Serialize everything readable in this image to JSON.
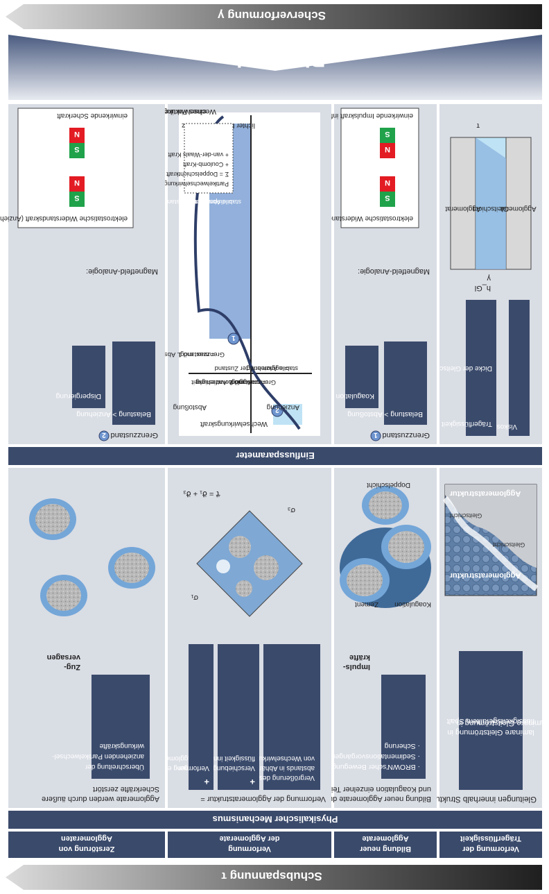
{
  "arrows": {
    "top": "Scherverformung γ",
    "bottom": "Schubspannung τ"
  },
  "roof_title": "Rheologie",
  "columns": {
    "mechanism": "Physikalischer Mechanismus",
    "parameters": "Einflussparameter"
  },
  "rows": [
    {
      "label_lines": [
        "Verformung der",
        "Trägerflüssigkeit"
      ],
      "mech_intro": [
        "Gleitungen innerhalb Struktur über Flüssigkeitsfilme"
      ],
      "mech_box": [
        "laminare Gleitströmung in",
        "flüssigkeitsgefülltem Spalt"
      ],
      "params": [
        [
          "Viskosität der",
          "Trägerflüssigkeit ηₛ"
        ],
        [
          "Dicke der Gleitschicht h_Gl"
        ]
      ],
      "figure_labels": [
        "Agglomeratstruktur",
        "Gleitschicht",
        "Agglomeratstruktur",
        "Gleitschicht"
      ],
      "shear_labels": [
        "Agglomerat",
        "Gleitschicht",
        "Agglomerat",
        "τ",
        "γ",
        "h_Gl"
      ]
    },
    {
      "label_lines": [
        "Bildung neuer",
        "Agglomerate"
      ],
      "mech_intro": [
        "Bildung neuer Agglomerate durch Kollision",
        "und Koagulation einzelner Teilchen infolge:"
      ],
      "mech_box": [
        "· BROWN'scher Bewegung",
        "· Sedimentationsvorgängen",
        "· Scherung"
      ],
      "side_label": [
        "Impuls-",
        "kräfte"
      ],
      "figure_labels": [
        "Doppelschicht",
        "Zement",
        "Koagulation"
      ],
      "state_label": "Grenzzustand",
      "state_badge": "1",
      "condition": "Belastung > Abstoßung",
      "result": "Koagulation",
      "analogy": {
        "title": "Magnetfeld-Analogie:",
        "top": "elektrostatische Widerstandskraft (Abstoßung)",
        "bottom": "einwirkende Impulskraft infolge Kollision",
        "poles": [
          "S",
          "N",
          "N",
          "S"
        ]
      }
    },
    {
      "label_lines": [
        "Verformung",
        "der Agglomerate"
      ],
      "mech_intro": [
        "Verformung der Agglomeratstruktur ="
      ],
      "mech_items": [
        [
          "Vergrößerung des Partikel-",
          "abstands in Abhängigkeit",
          "von Wechselwirkungskräften"
        ],
        [
          "Verschiebung von Träger-",
          "flüssigkeit innerhalb Agglomerat"
        ],
        [
          "Verformung einzelner Partikel"
        ]
      ],
      "plus": "+",
      "figure_labels": [
        "σ₁",
        "σ₃",
        "τ⃗ = σ⃗₁ + σ⃗₃"
      ]
    },
    {
      "label_lines": [
        "Zerstörung von",
        "Agglomeraten"
      ],
      "mech_intro": [
        "Agglomerate werden durch äußere",
        "Scherkräfte zerstört"
      ],
      "mech_box": [
        "Überschreitung der",
        "anziehenden Partikelwechsel-",
        "wirkungskräfte"
      ],
      "side_label": [
        "Zug-",
        "versagen"
      ],
      "state_label": "Grenzzustand",
      "state_badge": "2",
      "condition": "Belastung > Anziehung",
      "result": "Dispergierung",
      "analogy": {
        "title": "Magnetfeld-Analogie:",
        "top": "elektrostatische Widerstandskraft (Anziehung)",
        "bottom": "einwirkende Scherkraft",
        "poles": [
          "S",
          "N",
          "S",
          "N"
        ]
      }
    }
  ],
  "curve": {
    "title": [
      "Wechselwirkungskennlinie",
      "eines Partikelhaufwerks"
    ],
    "y_axis": "Wechselwirkungskraft",
    "y_pos": "Abstoßung",
    "y_neg": "Anziehung",
    "x_axis": "lichter Partikelabstand z",
    "state1": [
      "Grenzzustand 1",
      "= max. mögl. Abstoßung"
    ],
    "state2": [
      "Grenzzustand 2",
      "= max. mögl. Anziehung",
      "= Agglomeratfestigkeit"
    ],
    "stable_repulsion": [
      "stabile Abstoßung",
      "= dispergierter Zustand"
    ],
    "stable_attraction": [
      "stabile Anziehung",
      "= agglomerierter Zustand"
    ],
    "legend": [
      "Partikelwechselwirkung",
      "Σ =  Doppelschichtkraft",
      "+ Coulomb-Kraft",
      "+ van-der-Waals Kraft"
    ],
    "badges": [
      "1",
      "2"
    ]
  },
  "colors": {
    "navy": "#3a4a6b",
    "panel": "#d9dde4",
    "light_blue": "#bfe3f5",
    "mid_blue": "#8fb7e0",
    "strong_blue": "#6e95cf",
    "curve": "#2e3e68",
    "red": "#e31b23",
    "green": "#1fa24a",
    "arrow_gray": "#9b9ea3"
  }
}
